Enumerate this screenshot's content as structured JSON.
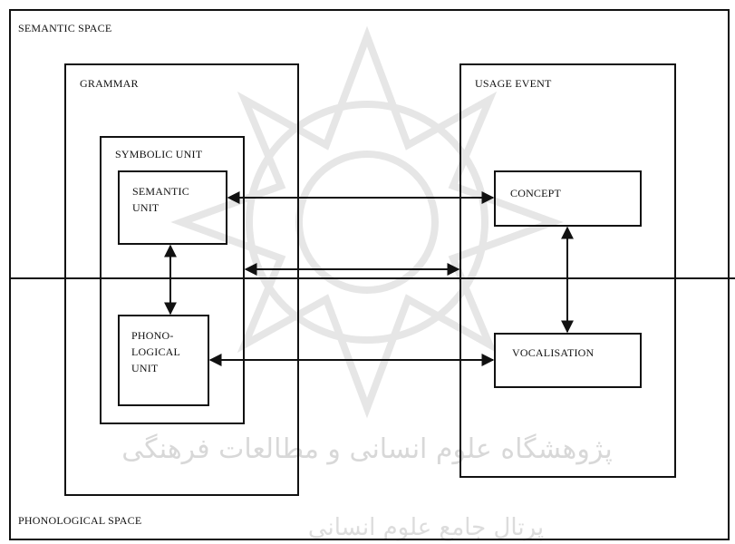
{
  "spaces": {
    "semantic_label": "SEMANTIC SPACE",
    "phonological_label": "PHONOLOGICAL SPACE"
  },
  "grammar": {
    "label": "GRAMMAR",
    "symbolic_unit": {
      "label": "SYMBOLIC UNIT",
      "semantic_unit": "SEMANTIC\nUNIT",
      "phonological_unit": "PHONO-\nLOGICAL\nUNIT"
    }
  },
  "usage_event": {
    "label": "USAGE EVENT",
    "concept": "CONCEPT",
    "vocalisation": "VOCALISATION"
  },
  "watermark": {
    "text_line1": "پژوهشگاه علوم انسانی و مطالعات فرهنگی",
    "text_line2": "پرتال جامع علوم انسانی",
    "color": "#c9c9c9"
  },
  "colors": {
    "ink": "#111111"
  }
}
